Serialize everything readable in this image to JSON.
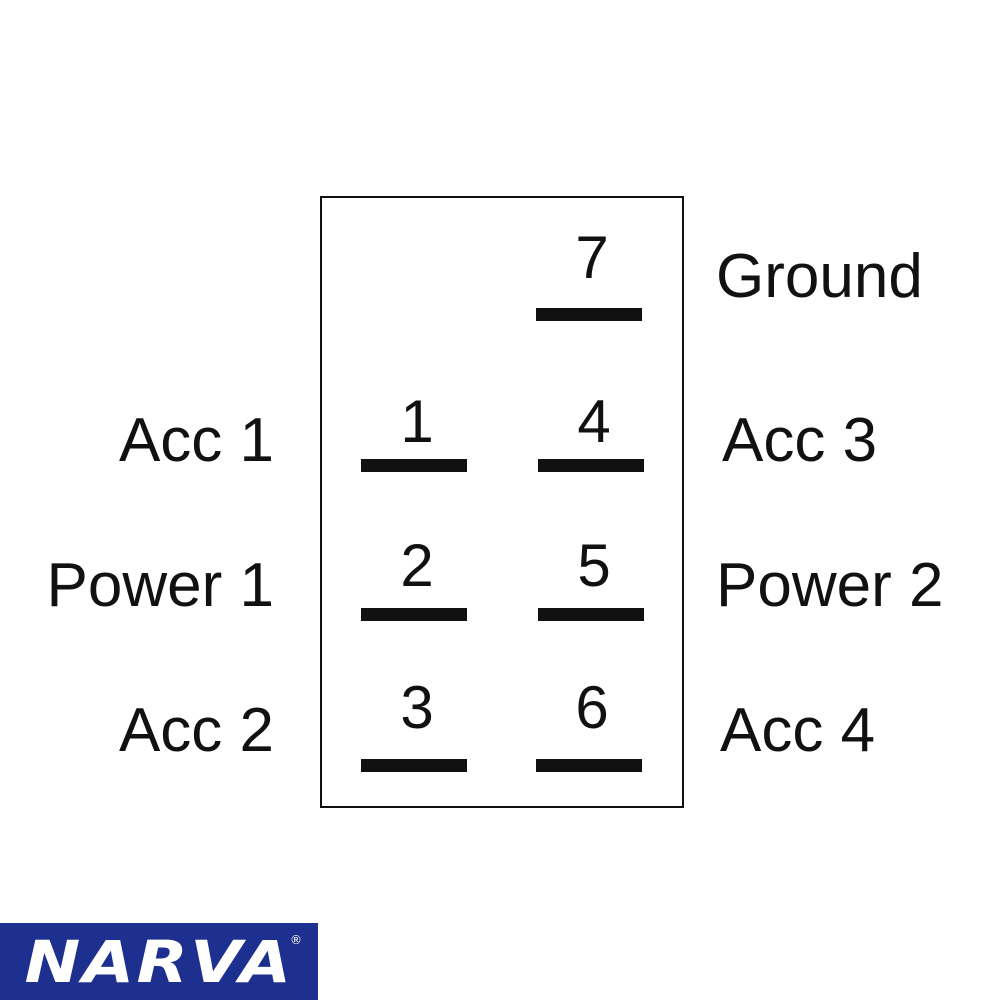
{
  "pins": {
    "p7": {
      "number": "7",
      "label": "Ground"
    },
    "p1": {
      "number": "1",
      "label": "Acc 1"
    },
    "p4": {
      "number": "4",
      "label": "Acc 3"
    },
    "p2": {
      "number": "2",
      "label": "Power 1"
    },
    "p5": {
      "number": "5",
      "label": "Power 2"
    },
    "p3": {
      "number": "3",
      "label": "Acc 2"
    },
    "p6": {
      "number": "6",
      "label": "Acc 4"
    }
  },
  "logo": {
    "text": "NARVA",
    "mark": "®",
    "background": "#1d2f8f",
    "foreground": "#ffffff"
  },
  "colors": {
    "line": "#111111",
    "background": "#ffffff"
  }
}
